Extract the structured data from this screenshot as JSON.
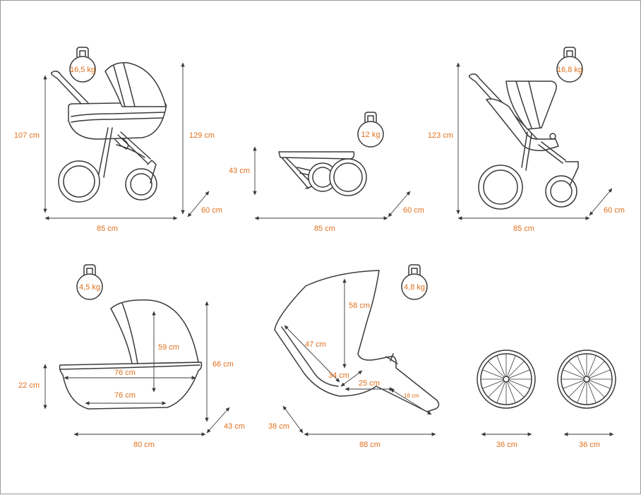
{
  "stroller_with_carrycot": {
    "weight": "16,5 kg",
    "height": "107 cm",
    "max_height": "129 cm",
    "width": "60 cm",
    "length": "85 cm"
  },
  "folded_frame": {
    "weight": "12 kg",
    "height": "43 cm",
    "width": "60 cm",
    "length": "85 cm"
  },
  "stroller_with_seat": {
    "weight": "16,8 kg",
    "height": "123 cm",
    "width": "60 cm",
    "length": "85 cm"
  },
  "carrycot": {
    "weight": "4,5 kg",
    "side_height": "22 cm",
    "inner_length_top": "76 cm",
    "inner_length_bottom": "76 cm",
    "hood_height": "59 cm",
    "total_height": "66 cm",
    "width": "43 cm",
    "length": "80 cm"
  },
  "seat_unit": {
    "weight": "4,8 kg",
    "backrest_height": "58 cm",
    "backrest_length": "47 cm",
    "seat_height": "34 cm",
    "seat_depth": "25 cm",
    "footrest_length": "18 cm",
    "width": "38 cm",
    "length": "88 cm"
  },
  "wheels": {
    "front_diameter": "36 cm",
    "rear_diameter": "36 cm"
  }
}
